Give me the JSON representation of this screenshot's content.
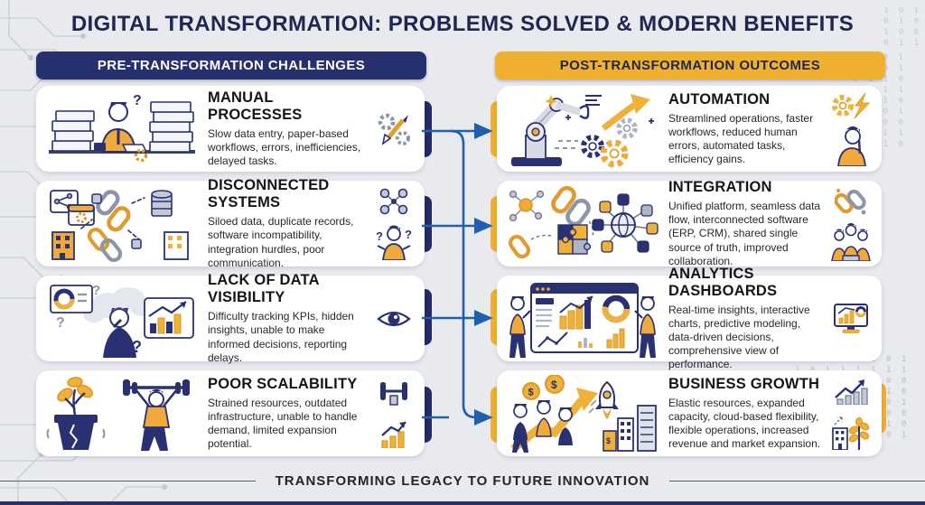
{
  "title": "DIGITAL TRANSFORMATION: PROBLEMS SOLVED & MODERN BENEFITS",
  "columns": {
    "left": {
      "header": "PRE-TRANSFORMATION CHALLENGES"
    },
    "right": {
      "header": "POST-TRANSFORMATION OUTCOMES"
    }
  },
  "challenges": [
    {
      "title": "MANUAL PROCESSES",
      "description": "Slow data entry, paper-based workflows, errors, inefficiencies, delayed tasks."
    },
    {
      "title": "DISCONNECTED SYSTEMS",
      "description": "Siloed data, duplicate records, software incompatibility, integration hurdles, poor communication."
    },
    {
      "title": "LACK OF DATA VISIBILITY",
      "description": "Difficulty tracking KPIs, hidden insights, unable to make informed decisions, reporting delays."
    },
    {
      "title": "POOR SCALABILITY",
      "description": "Strained resources, outdated infrastructure, unable to handle demand, limited expansion potential."
    }
  ],
  "outcomes": [
    {
      "title": "AUTOMATION",
      "description": "Streamlined operations, faster workflows, reduced human errors, automated tasks, efficiency gains."
    },
    {
      "title": "INTEGRATION",
      "description": "Unified platform, seamless data flow, interconnected software (ERP, CRM), shared single source of truth, improved collaboration."
    },
    {
      "title": "ANALYTICS DASHBOARDS",
      "description": "Real-time insights, interactive charts, predictive modeling, data-driven decisions, comprehensive view of performance."
    },
    {
      "title": "BUSINESS GROWTH",
      "description": "Elastic resources, expanded capacity, cloud-based flexibility, flexible operations, increased revenue and market expansion."
    }
  ],
  "footer": "TRANSFORMING LEGACY TO FUTURE INNOVATION",
  "colors": {
    "navy": "#27306e",
    "amber": "#f0b02f",
    "arrow_blue": "#1f5fae",
    "background": "#e9eaee",
    "card": "#ffffff"
  },
  "binary_texts": {
    "top_right": "0 1 0 1\n1 0 0 1\n0 1 1 0\n1 0 1 1\n0 0 1 0\n1 1 0 1\n0 1 0 0\n1 0 1 1\n0 1 1 0",
    "bottom_right": "0 1 1 0 0 1 0 1\n1 0 1 1 1 1 1 1\n1 1 1 0 1 0 0 0\n1 0 1 0 0 1 1 0\n0 1 0 1 0 1 0 1\n1 0 0 1 0 1 0 0\n0 1 0 1 1 0 1 0\n1 0 1 0 0 1 0 1",
    "corner_right": "1 0 1\n0 1 0\n1 0 0\n0 1 1"
  }
}
